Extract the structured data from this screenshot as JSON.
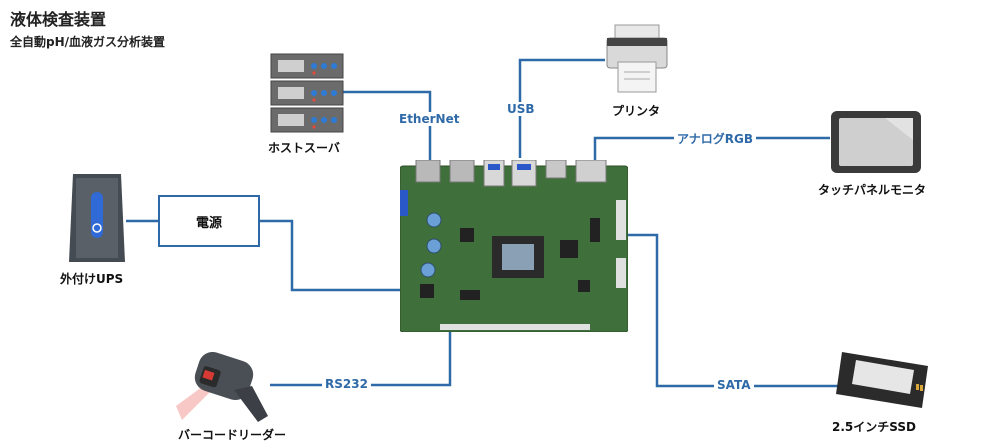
{
  "header": {
    "title": "液体検査装置",
    "subtitle": "全自動pH/血液ガス分析装置"
  },
  "devices": {
    "host_server": "ホストスーバ",
    "printer": "プリンタ",
    "touch_monitor": "タッチパネルモニタ",
    "ups": "外付けUPS",
    "power": "電源",
    "barcode_reader": "バーコードリーダー",
    "ssd": "2.5インチSSD"
  },
  "connections": {
    "ethernet": "EtherNet",
    "usb": "USB",
    "analog_rgb": "アナログRGB",
    "rs232": "RS232",
    "sata": "SATA"
  },
  "colors": {
    "line": "#2f6aa8",
    "board": "#3f6f3a"
  }
}
